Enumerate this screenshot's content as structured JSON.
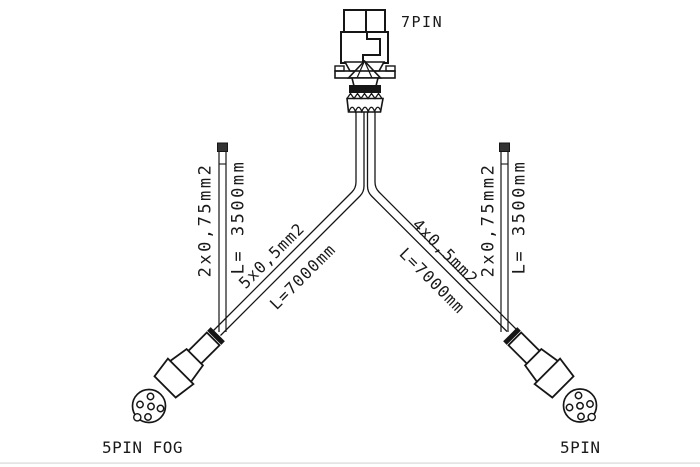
{
  "diagram": {
    "type": "wiring-harness-drawing",
    "top_connector_label": "7PIN",
    "bottom_left_connector_label": "5PIN FOG",
    "bottom_right_connector_label": "5PIN",
    "left_branch": {
      "spec": "5x0,5mm2",
      "length": "L=7000mm"
    },
    "right_branch": {
      "spec": "4x0,5mm2",
      "length": "L=7000mm"
    },
    "left_aux_wire": {
      "spec": "2x0,75mm2",
      "length": "L= 3500mm"
    },
    "right_aux_wire": {
      "spec": "2x0,75mm2",
      "length": "L= 3500mm"
    },
    "colors": {
      "line": "#161616",
      "background": "#ffffff",
      "page_edge": "#d9d9d9"
    }
  }
}
